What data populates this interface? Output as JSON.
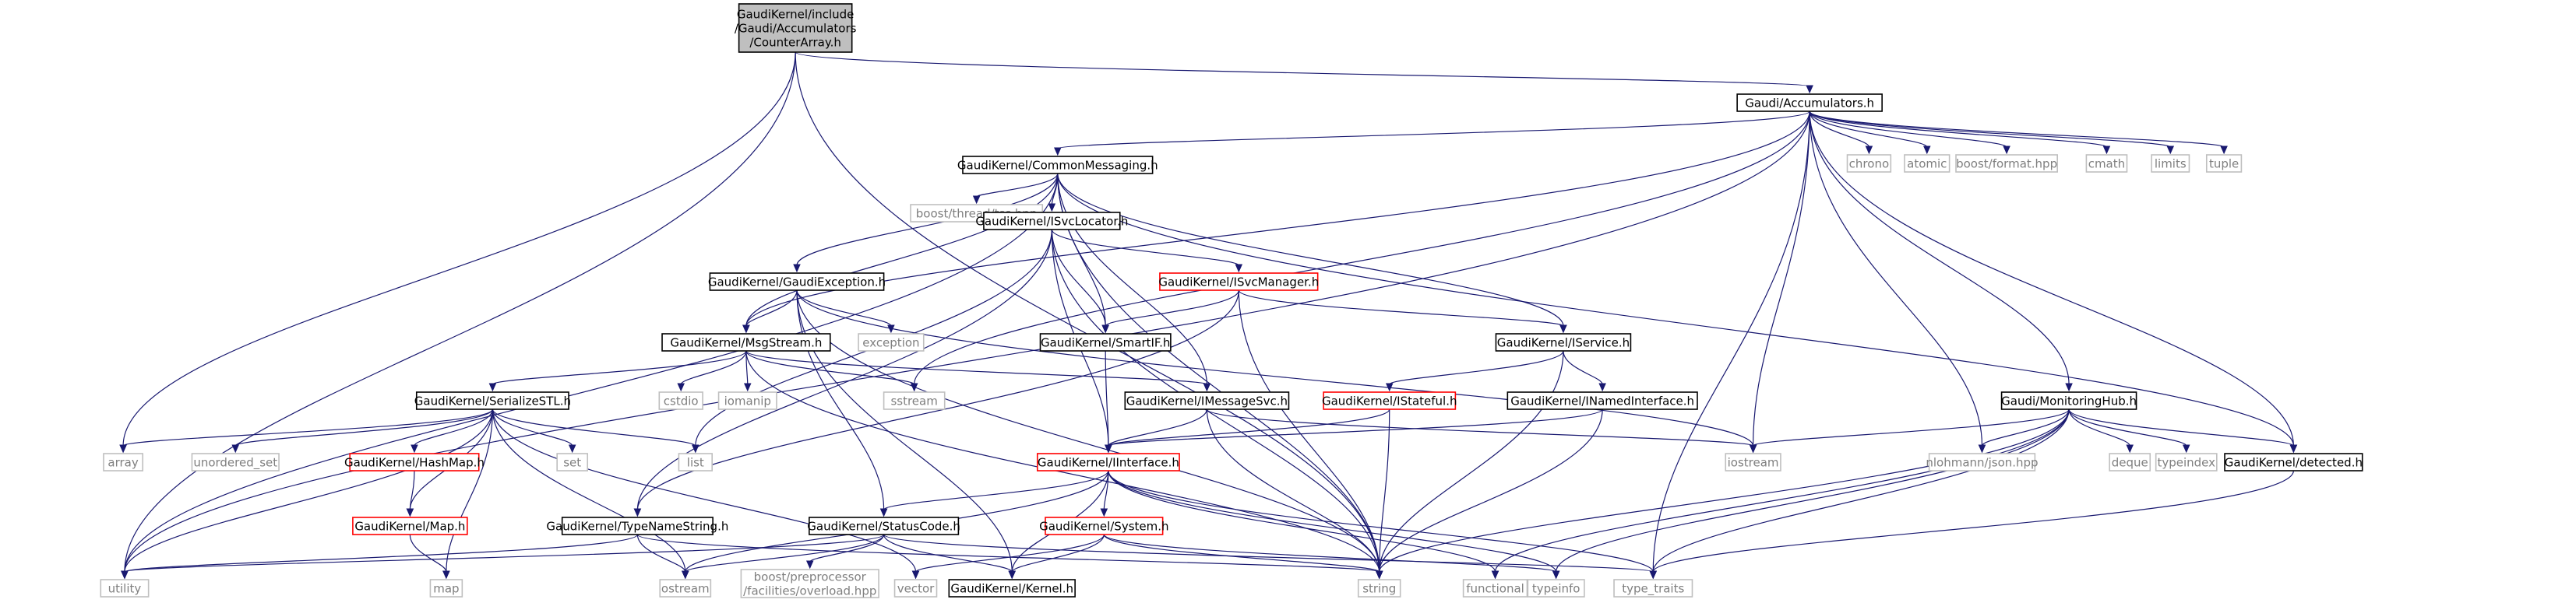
{
  "styles": {
    "root": {
      "fill": "#bfbfbf",
      "stroke": "#000000",
      "text": "#000000"
    },
    "normal": {
      "fill": "#ffffff",
      "stroke": "#000000",
      "text": "#000000"
    },
    "red": {
      "fill": "#ffffff",
      "stroke": "#ff0000",
      "text": "#000000"
    },
    "ext": {
      "fill": "#ffffff",
      "stroke": "#bfbfbf",
      "text": "#7f7f7f"
    },
    "edge_color": "#191970"
  },
  "nodes": [
    {
      "id": "root",
      "lines": [
        "GaudiKernel/include",
        "/Gaudi/Accumulators",
        "/CounterArray.h"
      ],
      "style": "root"
    },
    {
      "id": "acc",
      "lines": [
        "Gaudi/Accumulators.h"
      ],
      "style": "normal"
    },
    {
      "id": "cmsg",
      "lines": [
        "GaudiKernel/CommonMessaging.h"
      ],
      "style": "normal"
    },
    {
      "id": "tss",
      "lines": [
        "boost/thread/tss.hpp"
      ],
      "style": "ext"
    },
    {
      "id": "isvcloc",
      "lines": [
        "GaudiKernel/ISvcLocator.h"
      ],
      "style": "normal"
    },
    {
      "id": "gexc",
      "lines": [
        "GaudiKernel/GaudiException.h"
      ],
      "style": "normal"
    },
    {
      "id": "isvcmgr",
      "lines": [
        "GaudiKernel/ISvcManager.h"
      ],
      "style": "red"
    },
    {
      "id": "exception",
      "lines": [
        "exception"
      ],
      "style": "ext"
    },
    {
      "id": "msgstream",
      "lines": [
        "GaudiKernel/MsgStream.h"
      ],
      "style": "normal"
    },
    {
      "id": "smartif",
      "lines": [
        "GaudiKernel/SmartIF.h"
      ],
      "style": "normal"
    },
    {
      "id": "iservice",
      "lines": [
        "GaudiKernel/IService.h"
      ],
      "style": "normal"
    },
    {
      "id": "serstl",
      "lines": [
        "GaudiKernel/SerializeSTL.h"
      ],
      "style": "normal"
    },
    {
      "id": "cstdio",
      "lines": [
        "cstdio"
      ],
      "style": "ext"
    },
    {
      "id": "iomanip",
      "lines": [
        "iomanip"
      ],
      "style": "ext"
    },
    {
      "id": "sstream",
      "lines": [
        "sstream"
      ],
      "style": "ext"
    },
    {
      "id": "imsgsvc",
      "lines": [
        "GaudiKernel/IMessageSvc.h"
      ],
      "style": "normal"
    },
    {
      "id": "istateful",
      "lines": [
        "GaudiKernel/IStateful.h"
      ],
      "style": "red"
    },
    {
      "id": "inamed",
      "lines": [
        "GaudiKernel/INamedInterface.h"
      ],
      "style": "normal"
    },
    {
      "id": "array",
      "lines": [
        "array"
      ],
      "style": "ext"
    },
    {
      "id": "unordered_set",
      "lines": [
        "unordered_set"
      ],
      "style": "ext"
    },
    {
      "id": "hashmap",
      "lines": [
        "GaudiKernel/HashMap.h"
      ],
      "style": "red"
    },
    {
      "id": "set",
      "lines": [
        "set"
      ],
      "style": "ext"
    },
    {
      "id": "list",
      "lines": [
        "list"
      ],
      "style": "ext"
    },
    {
      "id": "iinterface",
      "lines": [
        "GaudiKernel/IInterface.h"
      ],
      "style": "red"
    },
    {
      "id": "iostream",
      "lines": [
        "iostream"
      ],
      "style": "ext"
    },
    {
      "id": "monhub",
      "lines": [
        "Gaudi/MonitoringHub.h"
      ],
      "style": "normal"
    },
    {
      "id": "chrono",
      "lines": [
        "chrono"
      ],
      "style": "ext"
    },
    {
      "id": "atomic",
      "lines": [
        "atomic"
      ],
      "style": "ext"
    },
    {
      "id": "bformat",
      "lines": [
        "boost/format.hpp"
      ],
      "style": "ext"
    },
    {
      "id": "cmath",
      "lines": [
        "cmath"
      ],
      "style": "ext"
    },
    {
      "id": "limits",
      "lines": [
        "limits"
      ],
      "style": "ext"
    },
    {
      "id": "tuple",
      "lines": [
        "tuple"
      ],
      "style": "ext"
    },
    {
      "id": "json",
      "lines": [
        "nlohmann/json.hpp"
      ],
      "style": "ext"
    },
    {
      "id": "deque",
      "lines": [
        "deque"
      ],
      "style": "ext"
    },
    {
      "id": "typeindex",
      "lines": [
        "typeindex"
      ],
      "style": "ext"
    },
    {
      "id": "detected",
      "lines": [
        "GaudiKernel/detected.h"
      ],
      "style": "normal"
    },
    {
      "id": "mapnode",
      "lines": [
        "GaudiKernel/Map.h"
      ],
      "style": "red"
    },
    {
      "id": "typename",
      "lines": [
        "GaudiKernel/TypeNameString.h"
      ],
      "style": "normal"
    },
    {
      "id": "statuscode",
      "lines": [
        "GaudiKernel/StatusCode.h"
      ],
      "style": "normal"
    },
    {
      "id": "isystem",
      "lines": [
        "GaudiKernel/System.h"
      ],
      "style": "red"
    },
    {
      "id": "utility",
      "lines": [
        "utility"
      ],
      "style": "ext"
    },
    {
      "id": "map",
      "lines": [
        "map"
      ],
      "style": "ext"
    },
    {
      "id": "ostream",
      "lines": [
        "ostream"
      ],
      "style": "ext"
    },
    {
      "id": "preproc",
      "lines": [
        "boost/preprocessor",
        "/facilities/overload.hpp"
      ],
      "style": "ext"
    },
    {
      "id": "vector",
      "lines": [
        "vector"
      ],
      "style": "ext"
    },
    {
      "id": "kernel",
      "lines": [
        "GaudiKernel/Kernel.h"
      ],
      "style": "normal"
    },
    {
      "id": "string",
      "lines": [
        "string"
      ],
      "style": "ext"
    },
    {
      "id": "functional",
      "lines": [
        "functional"
      ],
      "style": "ext"
    },
    {
      "id": "typeinfo",
      "lines": [
        "typeinfo"
      ],
      "style": "ext"
    },
    {
      "id": "type_traits",
      "lines": [
        "type_traits"
      ],
      "style": "ext"
    }
  ],
  "edges": [
    [
      "root",
      "acc"
    ],
    [
      "root",
      "utility"
    ],
    [
      "root",
      "array"
    ],
    [
      "root",
      "string"
    ],
    [
      "acc",
      "cmsg"
    ],
    [
      "acc",
      "msgstream"
    ],
    [
      "acc",
      "chrono"
    ],
    [
      "acc",
      "atomic"
    ],
    [
      "acc",
      "bformat"
    ],
    [
      "acc",
      "cmath"
    ],
    [
      "acc",
      "limits"
    ],
    [
      "acc",
      "tuple"
    ],
    [
      "acc",
      "utility"
    ],
    [
      "acc",
      "iostream"
    ],
    [
      "acc",
      "sstream"
    ],
    [
      "acc",
      "json"
    ],
    [
      "acc",
      "monhub"
    ],
    [
      "acc",
      "detected"
    ],
    [
      "acc",
      "type_traits"
    ],
    [
      "cmsg",
      "tss"
    ],
    [
      "cmsg",
      "isvcloc"
    ],
    [
      "cmsg",
      "gexc"
    ],
    [
      "cmsg",
      "msgstream"
    ],
    [
      "cmsg",
      "smartif"
    ],
    [
      "cmsg",
      "iservice"
    ],
    [
      "cmsg",
      "imsgsvc"
    ],
    [
      "cmsg",
      "detected"
    ],
    [
      "cmsg",
      "utility"
    ],
    [
      "cmsg",
      "string"
    ],
    [
      "isvcloc",
      "isvcmgr"
    ],
    [
      "isvcloc",
      "smartif"
    ],
    [
      "isvcloc",
      "iinterface"
    ],
    [
      "isvcloc",
      "typename"
    ],
    [
      "isvcloc",
      "list"
    ],
    [
      "isvcloc",
      "string"
    ],
    [
      "gexc",
      "msgstream"
    ],
    [
      "gexc",
      "exception"
    ],
    [
      "gexc",
      "statuscode"
    ],
    [
      "gexc",
      "kernel"
    ],
    [
      "gexc",
      "iostream"
    ],
    [
      "gexc",
      "string"
    ],
    [
      "isvcmgr",
      "smartif"
    ],
    [
      "isvcmgr",
      "iservice"
    ],
    [
      "isvcmgr",
      "typename"
    ],
    [
      "isvcmgr",
      "string"
    ],
    [
      "msgstream",
      "serstl"
    ],
    [
      "msgstream",
      "cstdio"
    ],
    [
      "msgstream",
      "iomanip"
    ],
    [
      "msgstream",
      "sstream"
    ],
    [
      "msgstream",
      "imsgsvc"
    ],
    [
      "msgstream",
      "string"
    ],
    [
      "smartif",
      "iinterface"
    ],
    [
      "iservice",
      "istateful"
    ],
    [
      "iservice",
      "inamed"
    ],
    [
      "iservice",
      "string"
    ],
    [
      "serstl",
      "array"
    ],
    [
      "serstl",
      "unordered_set"
    ],
    [
      "serstl",
      "hashmap"
    ],
    [
      "serstl",
      "set"
    ],
    [
      "serstl",
      "list"
    ],
    [
      "serstl",
      "mapnode"
    ],
    [
      "serstl",
      "map"
    ],
    [
      "serstl",
      "ostream"
    ],
    [
      "serstl",
      "utility"
    ],
    [
      "serstl",
      "vector"
    ],
    [
      "imsgsvc",
      "iinterface"
    ],
    [
      "imsgsvc",
      "iostream"
    ],
    [
      "imsgsvc",
      "string"
    ],
    [
      "istateful",
      "iinterface"
    ],
    [
      "istateful",
      "string"
    ],
    [
      "inamed",
      "iinterface"
    ],
    [
      "inamed",
      "string"
    ],
    [
      "hashmap",
      "mapnode"
    ],
    [
      "mapnode",
      "map"
    ],
    [
      "iinterface",
      "statuscode"
    ],
    [
      "iinterface",
      "isystem"
    ],
    [
      "iinterface",
      "kernel"
    ],
    [
      "iinterface",
      "ostream"
    ],
    [
      "iinterface",
      "typeinfo"
    ],
    [
      "iinterface",
      "type_traits"
    ],
    [
      "iinterface",
      "functional"
    ],
    [
      "monhub",
      "iostream"
    ],
    [
      "monhub",
      "json"
    ],
    [
      "monhub",
      "deque"
    ],
    [
      "monhub",
      "typeindex"
    ],
    [
      "monhub",
      "detected"
    ],
    [
      "monhub",
      "string"
    ],
    [
      "monhub",
      "functional"
    ],
    [
      "monhub",
      "typeinfo"
    ],
    [
      "monhub",
      "type_traits"
    ],
    [
      "detected",
      "type_traits"
    ],
    [
      "typename",
      "ostream"
    ],
    [
      "typename",
      "string"
    ],
    [
      "typename",
      "utility"
    ],
    [
      "statuscode",
      "ostream"
    ],
    [
      "statuscode",
      "preproc"
    ],
    [
      "statuscode",
      "kernel"
    ],
    [
      "statuscode",
      "type_traits"
    ],
    [
      "statuscode",
      "utility"
    ],
    [
      "isystem",
      "kernel"
    ],
    [
      "isystem",
      "string"
    ],
    [
      "isystem",
      "typeinfo"
    ],
    [
      "isystem",
      "vector"
    ]
  ]
}
